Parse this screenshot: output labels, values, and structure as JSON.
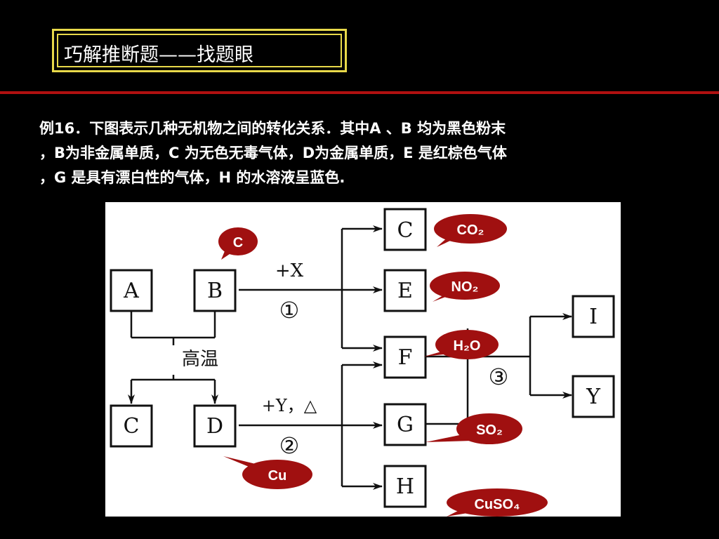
{
  "slide": {
    "title": "巧解推断题——找题眼",
    "problem_lines": [
      "例16．下图表示几种无机物之间的转化关系．其中A 、B 均为黑色粉末",
      "，B为非金属单质，C 为无色无毒气体，D为金属单质，E 是红棕色气体",
      "，G 是具有漂白性的气体，H 的水溶液呈蓝色."
    ]
  },
  "diagram": {
    "boxes": {
      "A": "A",
      "B": "B",
      "C1": "C",
      "D": "D",
      "C2": "C",
      "E": "E",
      "F": "F",
      "G": "G",
      "H": "H",
      "I": "I",
      "Y": "Y"
    },
    "labels": {
      "reagent1": "+X",
      "step1": "①",
      "condition": "高温",
      "reagent2": "+Y，△",
      "step2": "②",
      "step3": "③"
    },
    "callouts": {
      "B": "C",
      "C": "CO₂",
      "E": "NO₂",
      "F": "H₂O",
      "G": "SO₂",
      "D": "Cu",
      "H": "CuSO₄"
    }
  },
  "colors": {
    "background": "#000000",
    "title_border": "#e8d94a",
    "divider": "#b01010",
    "callout_fill": "#a01010",
    "figure_bg": "#ffffff"
  }
}
